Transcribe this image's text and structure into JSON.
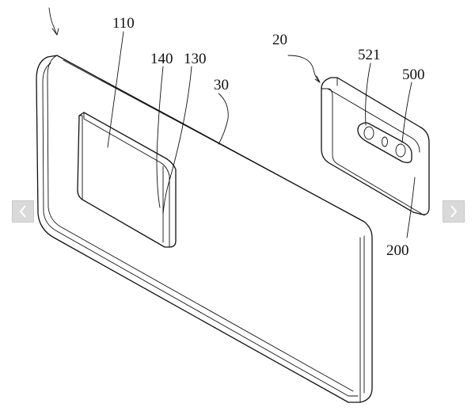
{
  "figure": {
    "labels": {
      "l110": "110",
      "l140": "140",
      "l130": "130",
      "l30": "30",
      "l20": "20",
      "l521": "521",
      "l500": "500",
      "l200": "200"
    }
  },
  "navigation": {
    "prev_icon": "chevron-left-icon",
    "next_icon": "chevron-right-icon",
    "button_color": "#d9d9d9"
  }
}
